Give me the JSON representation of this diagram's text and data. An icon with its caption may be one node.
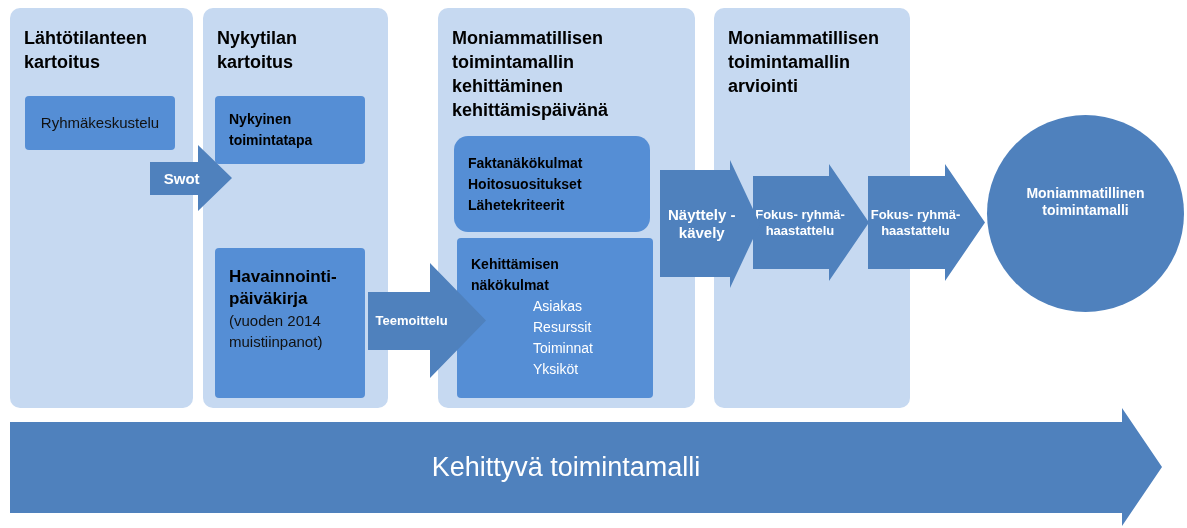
{
  "diagram": {
    "nodes": [
      {
        "text": [
          "Lähtötilanteen kartoitus"
        ]
      },
      {
        "text": [
          "Ryhmäkeskustelu"
        ],
        "in": 0
      },
      {
        "text": [
          "Nykytilan kartoitus"
        ]
      },
      {
        "text": [
          "Nykyinen toimintatapa"
        ],
        "in": 2
      },
      {
        "text": [
          "Havainnointi-päiväkirja",
          "(vuoden 2014 muistiinpanot)"
        ],
        "in": 2
      },
      {
        "text": [
          "Moniammatillisen toimintamallin kehittäminen kehittämispäivänä"
        ]
      },
      {
        "text": [
          "Faktanäkökulmat",
          "Hoitosuositukset",
          "Lähetekriteerit"
        ],
        "in": 5
      },
      {
        "text": [
          "Kehittämisen näkökulmat",
          "Asiakas",
          "Resurssit",
          "Toiminnat",
          "Yksiköt"
        ],
        "in": 5
      },
      {
        "text": [
          "Moniammatillisen toimintamallin arviointi"
        ]
      },
      {
        "text": [
          "Fokus- ryhmä- haastattelu"
        ],
        "in": 8
      },
      {
        "text": [
          "Moniammatillinen toimintamalli"
        ]
      },
      {
        "text": [
          "Kehittyvä toimintamalli"
        ]
      }
    ],
    "edges": [
      {
        "from": 1,
        "to": 3,
        "arrow": "to",
        "label": "Swot"
      },
      {
        "from": 4,
        "to": 7,
        "arrow": "to",
        "label": "Teemoittelu"
      },
      {
        "from": 5,
        "to": 9,
        "arrow": "to",
        "label": "Näyttely -kävely"
      },
      {
        "from": 9,
        "to": 10,
        "arrow": "to",
        "label": "Fokus- ryhmä- haastattelu"
      }
    ]
  }
}
